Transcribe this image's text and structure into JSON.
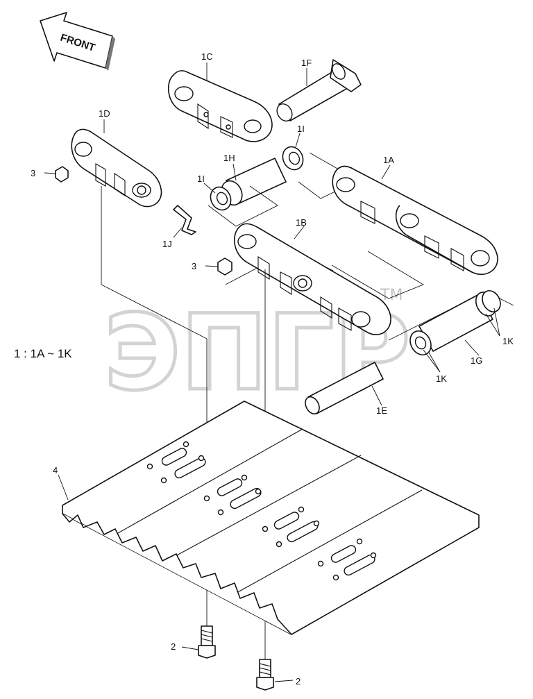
{
  "direction": {
    "label": "FRONT"
  },
  "assembly_ref": "1 : 1A ~ 1K",
  "watermark": {
    "text": "ЭПГР",
    "mark": "TM"
  },
  "parts": {
    "p1A": "1A",
    "p1B": "1B",
    "p1C": "1C",
    "p1D": "1D",
    "p1E": "1E",
    "p1F": "1F",
    "p1G": "1G",
    "p1H": "1H",
    "p1I_a": "1I",
    "p1I_b": "1I",
    "p1J": "1J",
    "p1K_a": "1K",
    "p1K_b": "1K",
    "p2_a": "2",
    "p2_b": "2",
    "p3_a": "3",
    "p3_b": "3",
    "p4": "4"
  }
}
